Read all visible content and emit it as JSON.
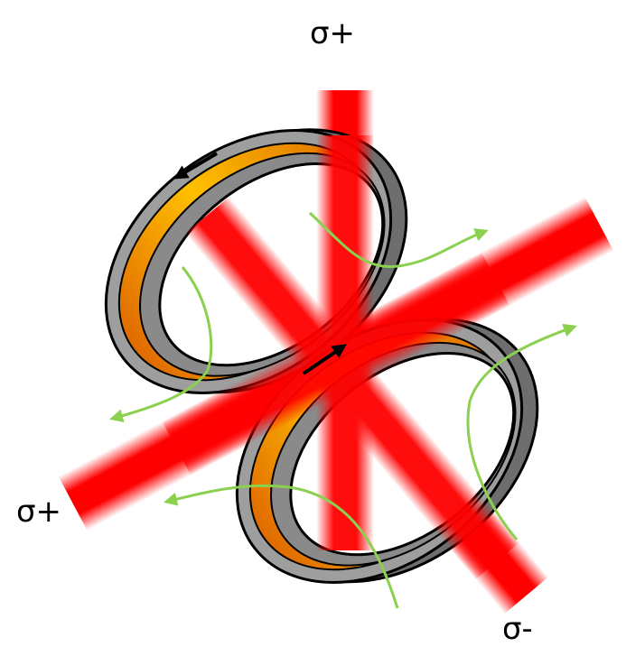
{
  "labels": {
    "top": "σ+",
    "left": "σ+",
    "bottom_right": "σ-"
  },
  "colors": {
    "beam": "#ff0000",
    "coil_frame": "#9e9e9e",
    "coil_frame_dark": "#6e6e6e",
    "coil_current": "#ffb000",
    "coil_current_edge": "#e07800",
    "field_lines": "#8bd04f",
    "outline": "#000000"
  },
  "icons": [
    "current-direction-arrow-icon",
    "field-line-arrow-icon"
  ]
}
